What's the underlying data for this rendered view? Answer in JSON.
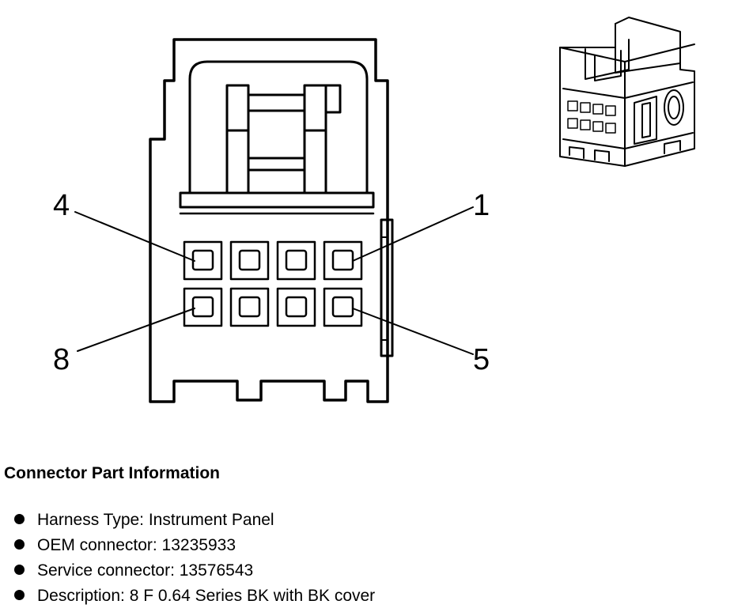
{
  "connector": {
    "pin_labels": {
      "top_left": "4",
      "top_right": "1",
      "bottom_left": "8",
      "bottom_right": "5"
    }
  },
  "info": {
    "title": "Connector Part Information",
    "items": [
      "Harness Type: Instrument Panel",
      "OEM connector: 13235933",
      "Service connector: 13576543",
      "Description: 8 F 0.64 Series BK with BK cover"
    ]
  }
}
